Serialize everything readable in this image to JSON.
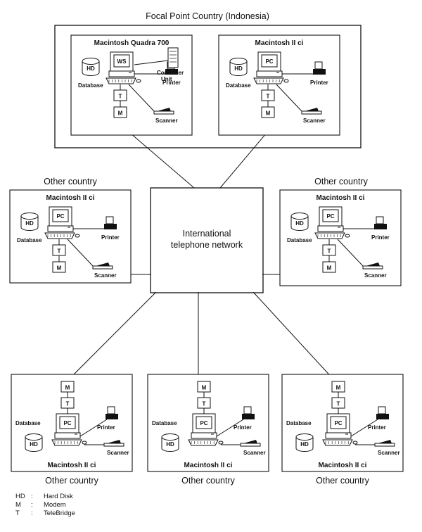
{
  "title": "Focal Point Country (Indonesia)",
  "network_label_1": "International",
  "network_label_2": "telephone network",
  "other_country": "Other country",
  "mac_quadra": "Macintosh Quadra 700",
  "mac_ii": "Macintosh II ci",
  "labels": {
    "hd": "HD",
    "database": "Database",
    "ws": "WS",
    "pc": "PC",
    "t": "T",
    "m": "M",
    "printer": "Printer",
    "scanner": "Scanner",
    "controller": "Controller",
    "unit": "Unit"
  },
  "legend": [
    {
      "abbr": "HD",
      "sep": ":",
      "desc": "Hard Disk"
    },
    {
      "abbr": "M",
      "sep": ":",
      "desc": "Modem"
    },
    {
      "abbr": "T",
      "sep": ":",
      "desc": "TeleBridge"
    }
  ]
}
